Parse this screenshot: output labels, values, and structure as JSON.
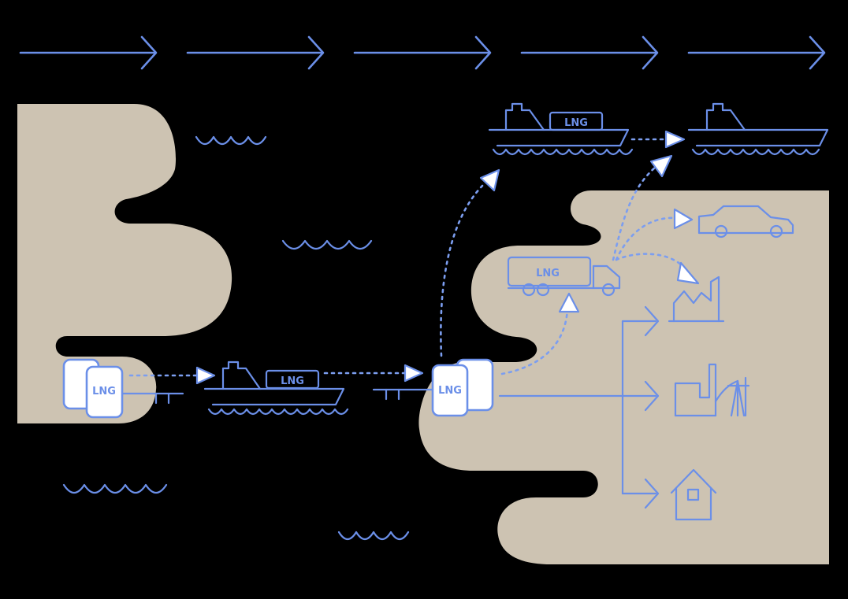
{
  "labels": {
    "export_terminal": "LNG",
    "import_terminal": "LNG",
    "ocean_carrier": "LNG",
    "bunkering_vessel": "LNG",
    "tanker_truck": "LNG"
  },
  "colors": {
    "background": "#000000",
    "land": "#cdc3b2",
    "line": "#6b8fe8",
    "arrowhead_fill": "#ffffff"
  },
  "icons": [
    "wave-icon",
    "lng-tank-icon",
    "pier-icon",
    "ship-icon",
    "truck-icon",
    "car-icon",
    "factory-icon",
    "power-plant-icon",
    "house-icon",
    "arrow-icon"
  ]
}
